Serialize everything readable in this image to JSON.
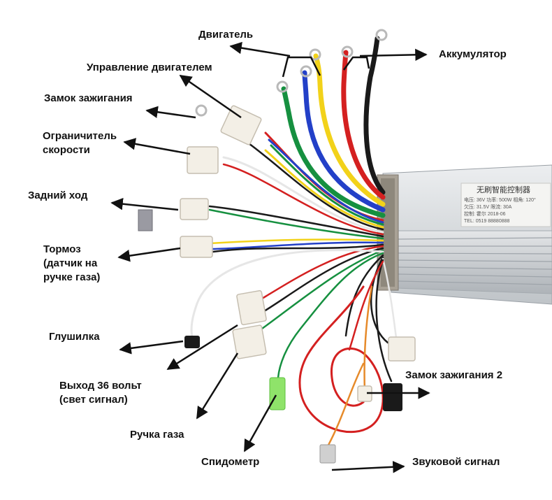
{
  "labels": {
    "motor": "Двигатель",
    "battery": "Аккумулятор",
    "motor_control": "Управление двигателем",
    "ignition_lock": "Замок зажигания",
    "speed_limiter": [
      "Ограничитель",
      "скорости"
    ],
    "reverse": "Задний ход",
    "brake": [
      "Тормоз",
      "(датчик на",
      "ручке газа)"
    ],
    "kill_switch": "Глушилка",
    "output_36v": [
      "Выход 36 вольт",
      "(свет сигнал)"
    ],
    "throttle": "Ручка газа",
    "speedometer": "Спидометр",
    "ignition_lock_2": "Замок зажигания 2",
    "horn": "Звуковой сигнал"
  },
  "controller_sticker": {
    "title": "无刷智能控制器",
    "lines": [
      "电压: 36V  功率: 500W  相角: 120°",
      "欠压: 31.5V  限流: 30A",
      "控制: 霍尔  2018-06",
      "TEL: 0519 88880888"
    ]
  },
  "colors": {
    "arrow": "#111111",
    "wire_black": "#1a1a1a",
    "wire_red": "#d42020",
    "wire_blue": "#2340c8",
    "wire_yellow": "#f2d21a",
    "wire_green": "#169040",
    "wire_white": "#e6e6e6",
    "wire_orange": "#e68a2a",
    "connector": "#f3efe6",
    "controller": "#d9dcdf",
    "green_connector": "#8fe36a"
  }
}
